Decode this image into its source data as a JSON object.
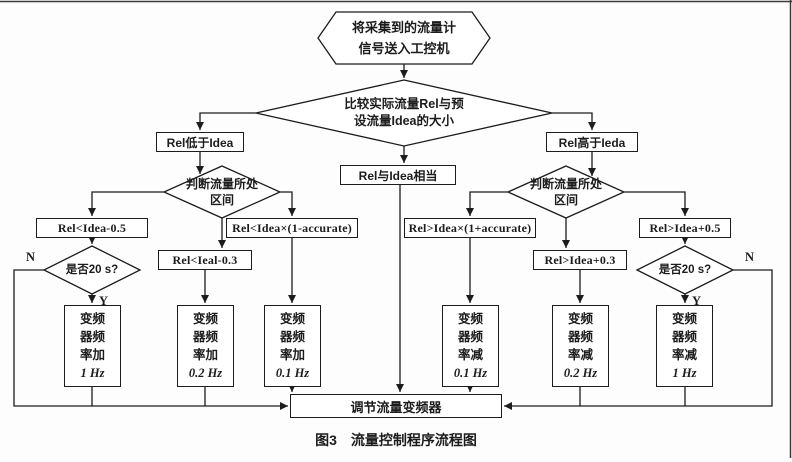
{
  "colors": {
    "ink": "#1c1c1c",
    "paper": "#ffffff"
  },
  "start": {
    "lines": [
      "将采集到的流量计",
      "信号送入工控机"
    ]
  },
  "compare": {
    "lines": [
      "比较实际流量Rel与预",
      "设流量Idea的大小"
    ]
  },
  "branches": {
    "low": "Rel低于Idea",
    "equal": "Rel与Idea相当",
    "high": "Rel高于Ieda"
  },
  "judge_left": {
    "lines": [
      "判断流量所处",
      "区间"
    ]
  },
  "judge_right": {
    "lines": [
      "判断流量所处",
      "区间"
    ]
  },
  "conditions": {
    "l1": "Rel<Idea-0.5",
    "l2": "Rel<Ieal-0.3",
    "l3": "Rel<Idea×(1-accurate)",
    "r1": "Rel>Idea×(1+accurate)",
    "r2": "Rel>Idea+0.3",
    "r3": "Rel>Idea+0.5"
  },
  "timers": {
    "left": "是否20 s?",
    "right": "是否20 s?"
  },
  "decision_labels": {
    "n": "N",
    "y": "Y"
  },
  "actions": {
    "l1": {
      "lines": [
        "变频",
        "器频",
        "率加"
      ],
      "value": "1 Hz"
    },
    "l2": {
      "lines": [
        "变频",
        "器频",
        "率加"
      ],
      "value": "0.2 Hz"
    },
    "l3": {
      "lines": [
        "变频",
        "器频",
        "率加"
      ],
      "value": "0.1 Hz"
    },
    "r1": {
      "lines": [
        "变频",
        "器频",
        "率减"
      ],
      "value": "0.1 Hz"
    },
    "r2": {
      "lines": [
        "变频",
        "器频",
        "率减"
      ],
      "value": "0.2 Hz"
    },
    "r3": {
      "lines": [
        "变频",
        "器频",
        "率减"
      ],
      "value": "1 Hz"
    }
  },
  "adjust": "调节流量变频器",
  "caption": {
    "label": "图3",
    "title": "流量控制程序流程图"
  }
}
